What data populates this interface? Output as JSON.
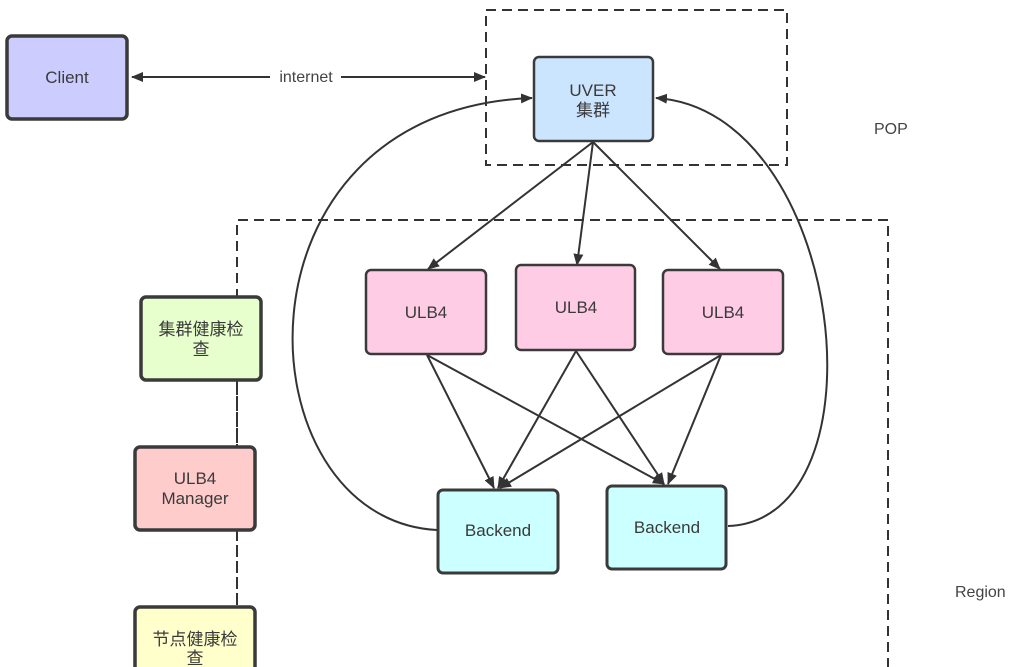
{
  "diagram": {
    "regions": {
      "pop": {
        "label": "POP"
      },
      "region": {
        "label": "Region"
      }
    },
    "nodes": {
      "client": {
        "label": "Client",
        "fill": "#ccccff"
      },
      "uver": {
        "line1": "UVER",
        "line2": "集群",
        "fill": "#cce5ff"
      },
      "ulb4_1": {
        "label": "ULB4",
        "fill": "#ffcce6"
      },
      "ulb4_2": {
        "label": "ULB4",
        "fill": "#ffcce6"
      },
      "ulb4_3": {
        "label": "ULB4",
        "fill": "#ffcce6"
      },
      "backend_1": {
        "label": "Backend",
        "fill": "#ccffff"
      },
      "backend_2": {
        "label": "Backend",
        "fill": "#ccffff"
      },
      "cluster_health": {
        "line1": "集群健康检",
        "line2": "查",
        "fill": "#e6ffcc"
      },
      "ulb4_manager": {
        "line1": "ULB4",
        "line2": "Manager",
        "fill": "#ffcccc"
      },
      "node_health": {
        "line1": "节点健康检",
        "line2": "查",
        "fill": "#ffffcc"
      }
    },
    "edges": {
      "client_uver": {
        "label": "internet",
        "bidirectional": true
      }
    },
    "colors": {
      "stroke": "#333333"
    }
  }
}
